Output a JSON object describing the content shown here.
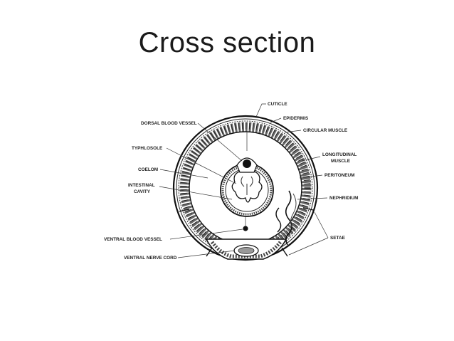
{
  "title": "Cross section",
  "labels": {
    "cuticle": "CUTICLE",
    "epidermis": "EPIDERMIS",
    "circular_muscle": "CIRCULAR MUSCLE",
    "longitudinal_muscle_1": "LONGITUDINAL",
    "longitudinal_muscle_2": "MUSCLE",
    "peritoneum": "PERITONEUM",
    "nephridium": "NEPHRIDIUM",
    "setae": "SETAE",
    "dorsal_blood_vessel": "DORSAL BLOOD VESSEL",
    "typhlosole": "TYPHLOSOLE",
    "coelom": "COELOM",
    "intestinal_cavity_1": "INTESTINAL",
    "intestinal_cavity_2": "CAVITY",
    "ventral_blood_vessel": "VENTRAL BLOOD VESSEL",
    "ventral_nerve_cord": "VENTRAL NERVE CORD"
  },
  "colors": {
    "ink": "#1a1a1a",
    "background": "#ffffff"
  }
}
